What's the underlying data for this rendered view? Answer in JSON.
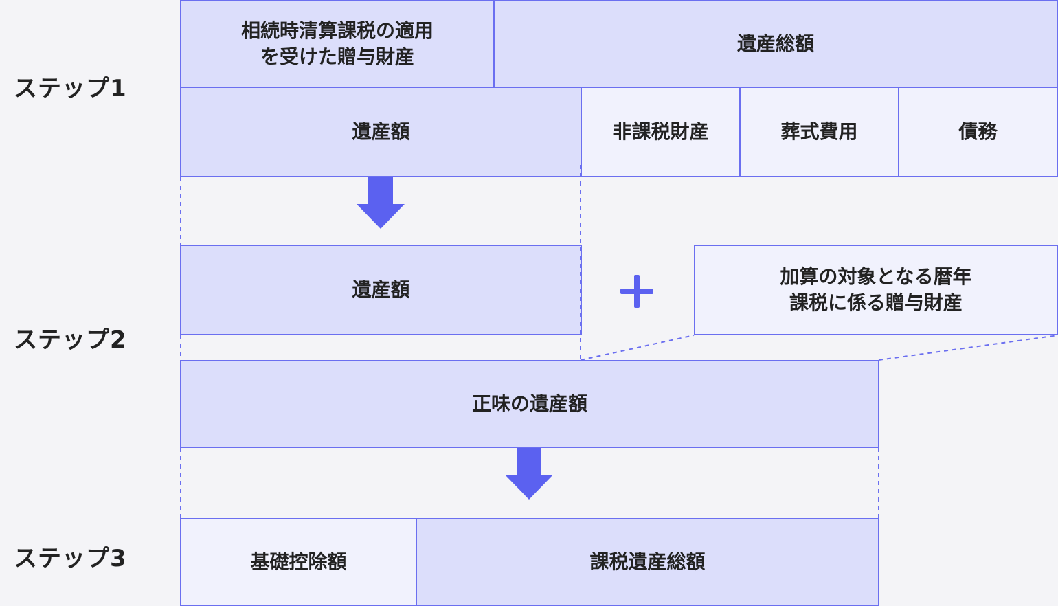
{
  "steps": {
    "step1": "ステップ1",
    "step2": "ステップ2",
    "step3": "ステップ3"
  },
  "step1": {
    "settlement_gift_property": "相続時清算課税の適用\nを受けた贈与財産",
    "total_estate": "遺産総額",
    "estate_amount": "遺産額",
    "non_taxable_property": "非課税財産",
    "funeral_expenses": "葬式費用",
    "debts": "債務"
  },
  "step2": {
    "estate_amount": "遺産額",
    "plus_symbol": "+",
    "annual_gift_property": "加算の対象となる暦年\n課税に係る贈与財産",
    "net_estate_amount": "正味の遺産額"
  },
  "step3": {
    "basic_deduction": "基礎控除額",
    "taxable_estate_total": "課税遺産総額"
  },
  "colors": {
    "accent": "#5b61f0",
    "border": "#6b6ff0",
    "box_dark": "#dcdefb",
    "box_light": "#f1f2fd",
    "background": "#f4f4f7",
    "text": "#222222"
  }
}
